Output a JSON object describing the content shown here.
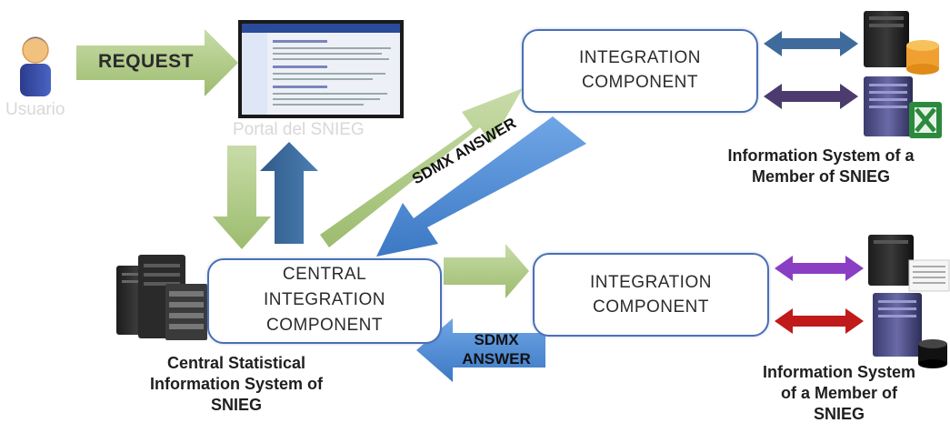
{
  "request_label": "REQUEST",
  "user_label": "Usuario",
  "portal_label": "Portal del SNIEG",
  "integration_top": [
    "INTEGRATION",
    "COMPONENT"
  ],
  "integration_bottom": [
    "INTEGRATION",
    "COMPONENT"
  ],
  "central": [
    "CENTRAL",
    "INTEGRATION",
    "COMPONENT"
  ],
  "sdmx_answer_diagonal": "SDMX ANSWER",
  "sdmx_answer_bottom": [
    "SDMX",
    "ANSWER"
  ],
  "caption_top_right": [
    "Information System of a",
    "Member of SNIEG"
  ],
  "caption_bottom_right": [
    "Information System",
    "of a Member of",
    "SNIEG"
  ],
  "caption_central": [
    "Central Statistical",
    "Information System of",
    "SNIEG"
  ],
  "colors": {
    "green_arrow": "#a9c57e",
    "blue_arrow": "#3e6b9c",
    "bright_blue_arrow": "#4a86d0",
    "purple_arrow": "#4c3b6e",
    "violet_arrow": "#8a3ec4",
    "red_arrow": "#c01a1a",
    "box_border": "#4a6fb5"
  }
}
